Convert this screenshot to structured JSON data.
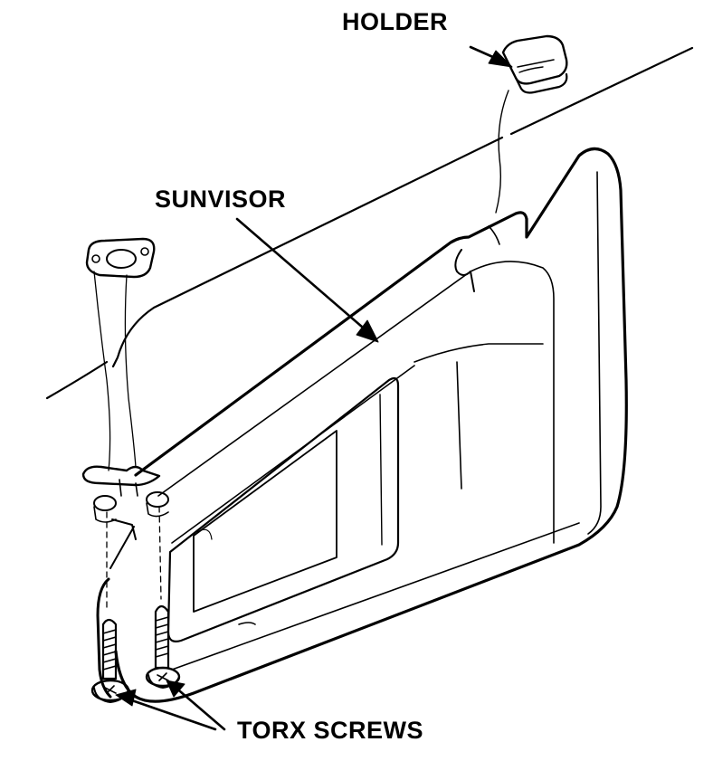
{
  "labels": {
    "holder": "HOLDER",
    "sunvisor": "SUNVISOR",
    "torx_screws": "TORX SCREWS"
  },
  "colors": {
    "ink": "#000000",
    "paper": "#ffffff"
  }
}
